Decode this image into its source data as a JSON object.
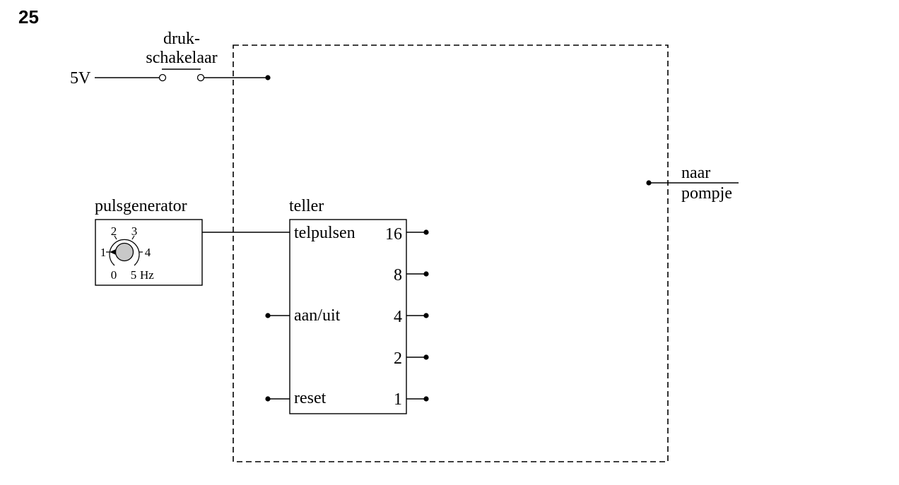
{
  "problem_number": "25",
  "supply": {
    "voltage_label": "5V"
  },
  "push_switch": {
    "label_line1": "druk-",
    "label_line2": "schakelaar"
  },
  "output": {
    "label_line1": "naar",
    "label_line2": "pompje"
  },
  "pulse_generator": {
    "title": "pulsgenerator",
    "dial_labels": [
      "0",
      "1",
      "2",
      "3",
      "4",
      "5"
    ],
    "unit": "Hz",
    "knob_setting": "1"
  },
  "counter": {
    "title": "teller",
    "inputs": {
      "count_pulses": "telpulsen",
      "on_off": "aan/uit",
      "reset": "reset"
    },
    "outputs": [
      "16",
      "8",
      "4",
      "2",
      "1"
    ]
  }
}
